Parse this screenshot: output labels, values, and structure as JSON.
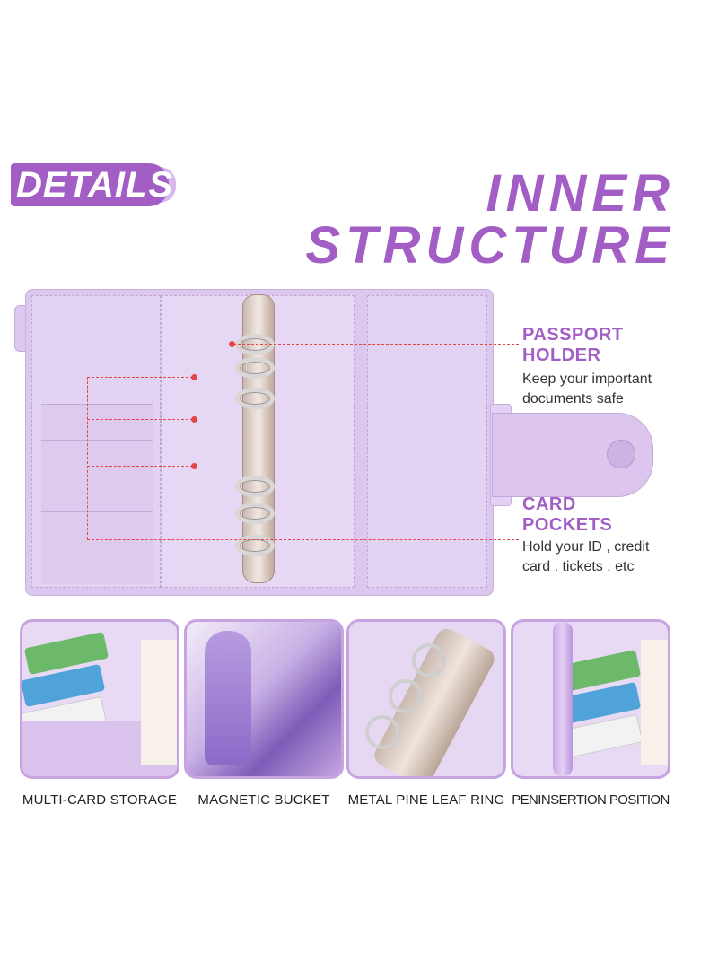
{
  "header": {
    "badge": "DETAILS",
    "title_line1": "INNER",
    "title_line2": "STRUCTURE"
  },
  "annotations": {
    "passport_title_1": "PASSPORT",
    "passport_title_2": "HOLDER",
    "passport_desc_1": "Keep your important",
    "passport_desc_2": "documents safe",
    "card_title_1": "CARD",
    "card_title_2": "POCKETS",
    "card_desc_1": "Hold your ID , credit",
    "card_desc_2": "card . tickets . etc"
  },
  "tiles": [
    {
      "label": "MULTI-CARD STORAGE"
    },
    {
      "label": "MAGNETIC BUCKET"
    },
    {
      "label": "METAL PINE LEAF RING"
    },
    {
      "label": "PENINSERTION POSITION"
    }
  ],
  "colors": {
    "accent": "#a35ec6",
    "leather": "#dcc8ee",
    "indicator": "#e64545"
  }
}
